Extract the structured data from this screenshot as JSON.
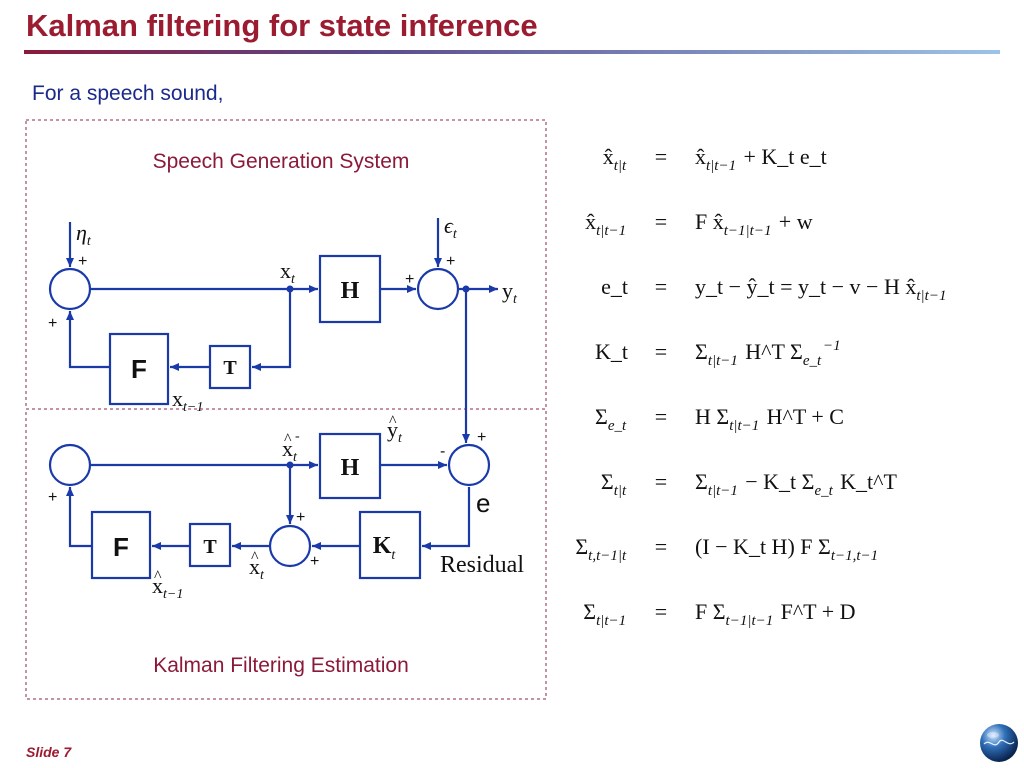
{
  "slide": {
    "title": "Kalman filtering for state inference",
    "subtitle": "For a speech sound,",
    "footer": "Slide 7"
  },
  "diagram": {
    "top_caption": "Speech Generation System",
    "bottom_caption": "Kalman Filtering Estimation",
    "block_H": "H",
    "block_F": "F",
    "block_T": "T",
    "block_K": "K",
    "k_sub": "t",
    "residual": "Residual",
    "e_label": "e",
    "eta": "η",
    "epsilon": "ϵ",
    "x": "x",
    "y": "y",
    "sub_t": "t",
    "sub_t1": "t−1",
    "plus": "+",
    "minus": "-",
    "hat": "^",
    "colors": {
      "line": "#1a3aaa",
      "box": "#1a3aaa",
      "dashed": "#8b2a4a"
    }
  },
  "equations": [
    {
      "lhs": "x̂_{t|t}",
      "rhs": "x̂_{t|t−1} + K_t e_t"
    },
    {
      "lhs": "x̂_{t|t−1}",
      "rhs": "F x̂_{t−1|t−1} + w"
    },
    {
      "lhs": "e_t",
      "rhs": "y_t − ŷ_t  =  y_t − v − H x̂_{t|t−1}"
    },
    {
      "lhs": "K_t",
      "rhs": "Σ_{t|t−1} H^T Σ_{e_t}^{−1}"
    },
    {
      "lhs": "Σ_{e_t}",
      "rhs": "H Σ_{t|t−1} H^T + C"
    },
    {
      "lhs": "Σ_{t|t}",
      "rhs": "Σ_{t|t−1} − K_t Σ_{e_t} K_t^T"
    },
    {
      "lhs": "Σ_{t,t−1|t}",
      "rhs": "(I − K_t H) F Σ_{t−1,t−1}"
    },
    {
      "lhs": "Σ_{t|t−1}",
      "rhs": "F Σ_{t−1|t−1} F^T + D"
    }
  ]
}
